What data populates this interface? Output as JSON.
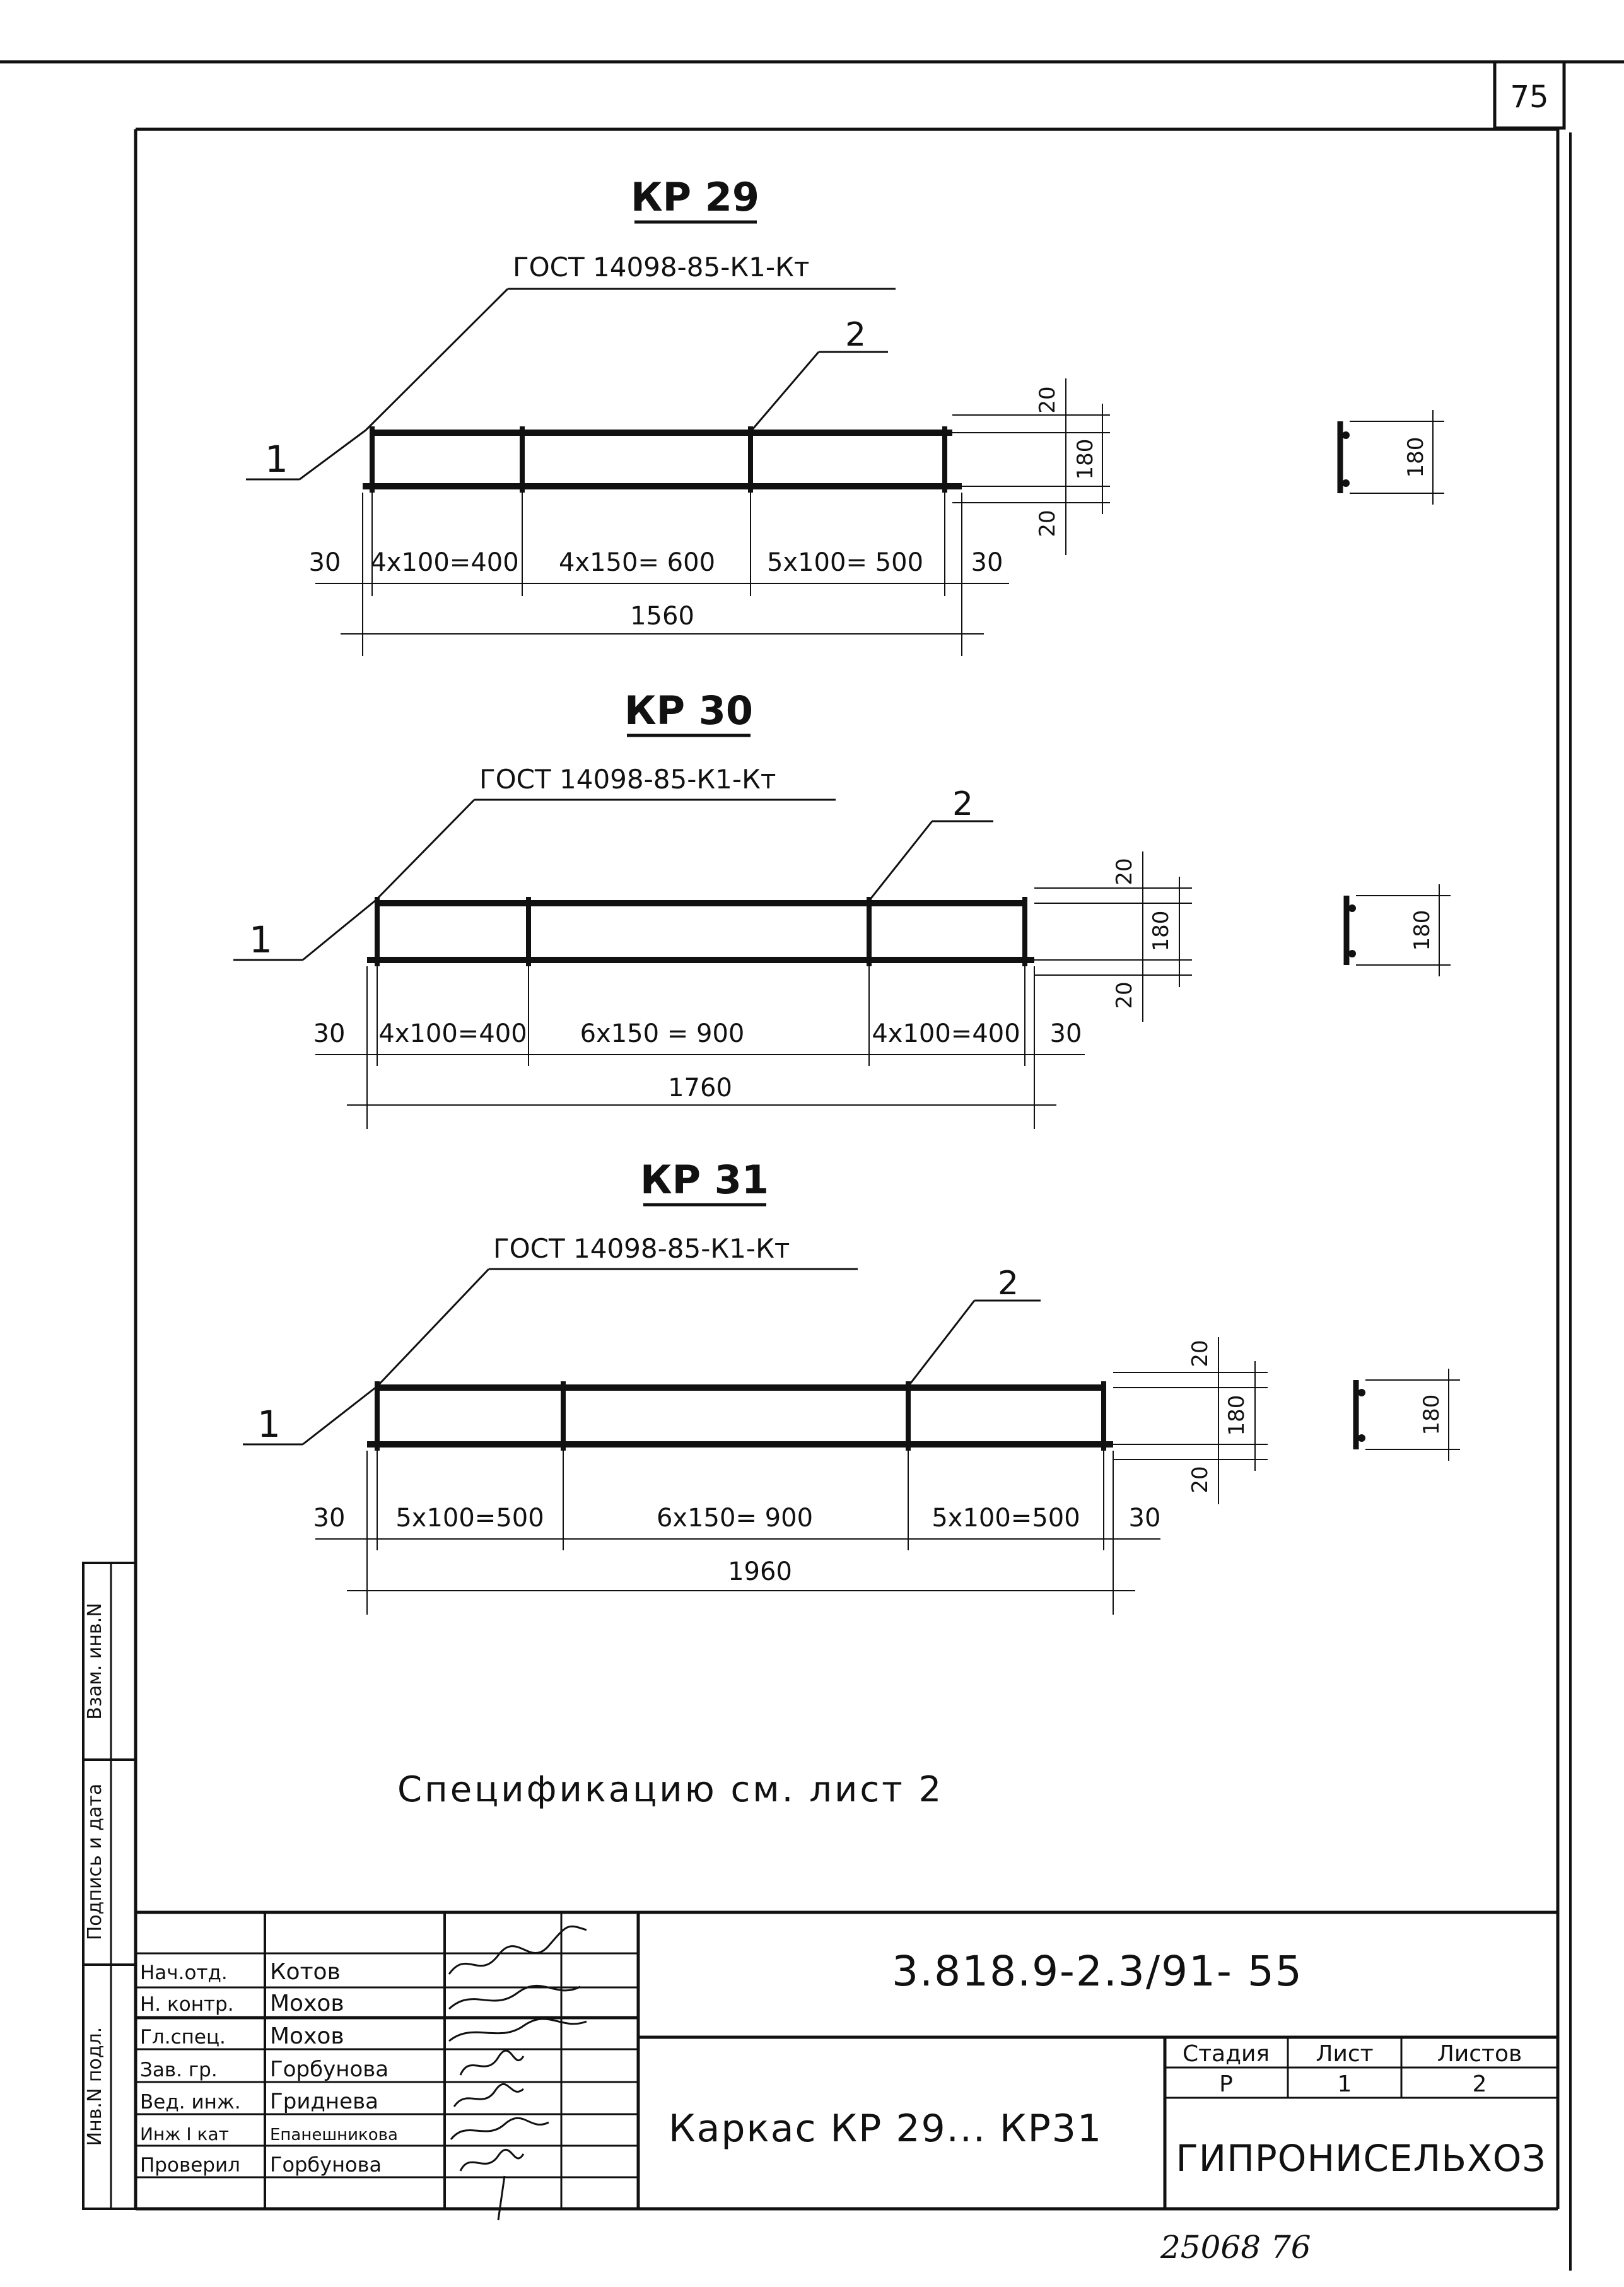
{
  "page_number": "75",
  "drawings": [
    {
      "title": "КР 29",
      "gost": "ГОСТ 14098-85-К1-Кт",
      "callout_1": "1",
      "callout_2": "2",
      "dim_top": "20",
      "dim_height": "180",
      "dim_bottom": "20",
      "section_height": "180",
      "segments": [
        "30",
        "4х100=400",
        "4х150= 600",
        "5х100= 500",
        "30"
      ],
      "total": "1560"
    },
    {
      "title": "КР 30",
      "gost": "ГОСТ 14098-85-К1-Кт",
      "callout_1": "1",
      "callout_2": "2",
      "dim_top": "20",
      "dim_height": "180",
      "dim_bottom": "20",
      "section_height": "180",
      "segments": [
        "30",
        "4х100=400",
        "6х150 = 900",
        "4х100=400",
        "30"
      ],
      "total": "1760"
    },
    {
      "title": "КР 31",
      "gost": "ГОСТ 14098-85-К1-Кт",
      "callout_1": "1",
      "callout_2": "2",
      "dim_top": "20",
      "dim_height": "180",
      "dim_bottom": "20",
      "section_height": "180",
      "segments": [
        "30",
        "5х100=500",
        "6х150= 900",
        "5х100=500",
        "30"
      ],
      "total": "1960"
    }
  ],
  "note": "Спецификацию см. лист 2",
  "side_stamp": {
    "inv_orig": "Инв.N подл.",
    "sign_date": "Подпись и дата",
    "vzam_inv": "Взам. инв.N"
  },
  "title_block": {
    "doc_code": "3.818.9-2.3/91- 55",
    "roles": [
      {
        "role": "Нач.отд.",
        "name": "Котов"
      },
      {
        "role": "Н. контр.",
        "name": "Мохов"
      },
      {
        "role": "Гл.спец.",
        "name": "Мохов"
      },
      {
        "role": "Зав. гр.",
        "name": "Горбунова"
      },
      {
        "role": "Вед. инж.",
        "name": "Гриднева"
      },
      {
        "role": "Инж I кат",
        "name": "Епанешникова"
      },
      {
        "role": "Проверил",
        "name": "Горбунова"
      }
    ],
    "drawing_name": "Каркас КР 29... КР31",
    "stage_label": "Стадия",
    "sheet_label": "Лист",
    "sheets_label": "Листов",
    "stage": "Р",
    "sheet": "1",
    "sheets": "2",
    "organization": "ГИПРОНИСЕЛЬХОЗ"
  },
  "footer_handwritten": "25068   76"
}
